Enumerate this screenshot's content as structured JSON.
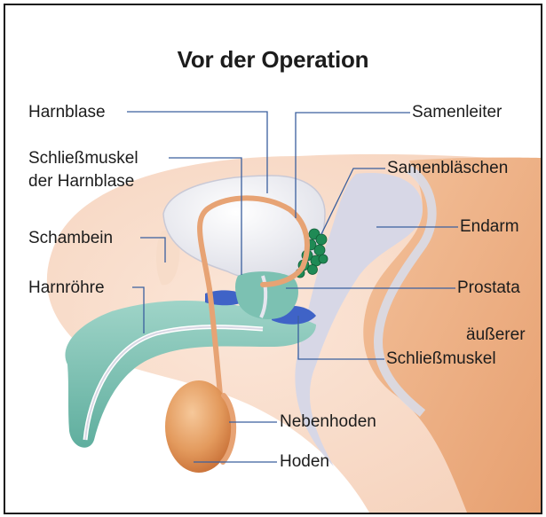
{
  "diagram": {
    "title": "Vor der Operation",
    "labels": {
      "harnblase": "Harnblase",
      "schliessmuskel_harnblase_1": "Schließmuskel",
      "schliessmuskel_harnblase_2": "der Harnblase",
      "schambein": "Schambein",
      "harnroehre": "Harnröhre",
      "samenleiter": "Samenleiter",
      "samenblaeschen": "Samenbläschen",
      "endarm": "Endarm",
      "prostata": "Prostata",
      "ausserer_1": "äußerer",
      "ausserer_2": "Schließmuskel",
      "nebenhoden": "Nebenhoden",
      "hoden": "Hoden"
    }
  }
}
